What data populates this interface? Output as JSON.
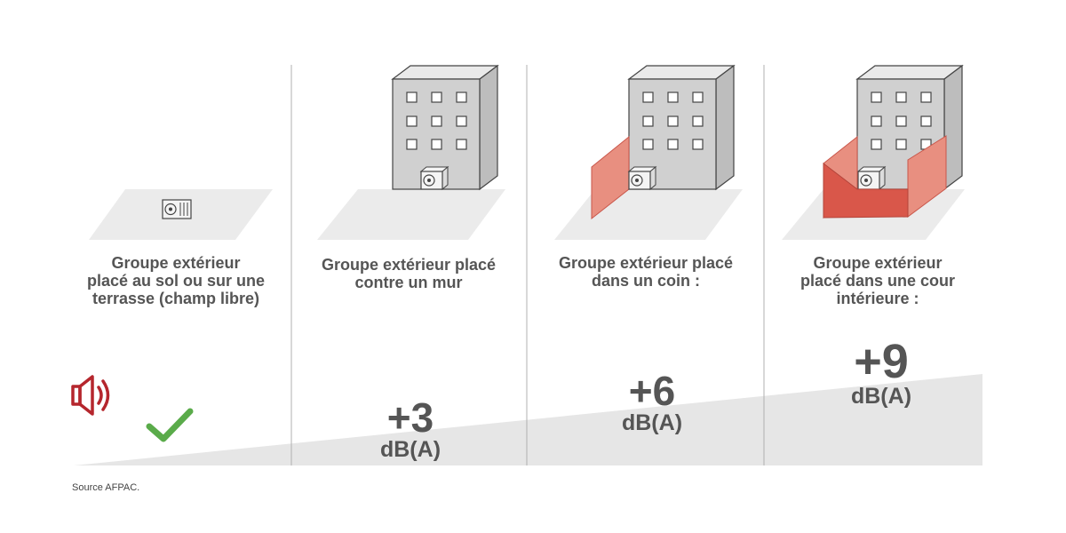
{
  "panels": [
    {
      "label_lines": [
        "Groupe extérieur",
        "placé au sol ou sur une",
        "terrasse (champ libre)"
      ]
    },
    {
      "label_lines": [
        "Groupe extérieur placé",
        "contre un mur"
      ],
      "increase_value": "+3",
      "increase_unit": "dB(A)"
    },
    {
      "label_lines": [
        "Groupe extérieur placé",
        "dans un coin :"
      ],
      "increase_value": "+6",
      "increase_unit": "dB(A)"
    },
    {
      "label_lines": [
        "Groupe extérieur",
        "placé dans une cour",
        "intérieure :"
      ],
      "increase_value": "+9",
      "increase_unit": "dB(A)"
    }
  ],
  "icons": {
    "speaker": "speaker-icon",
    "check": "checkmark-icon",
    "unit": "outdoor-unit-icon",
    "building": "building-icon"
  },
  "source": "Source AFPAC.",
  "colors": {
    "text": "#555555",
    "building": "#d0d0d0",
    "wall": "#e88f80",
    "wall_dark": "#d9574a",
    "speaker": "#b5262d",
    "check": "#5aab4a",
    "ramp": "#e6e6e6",
    "divider": "#b0b0b0"
  }
}
